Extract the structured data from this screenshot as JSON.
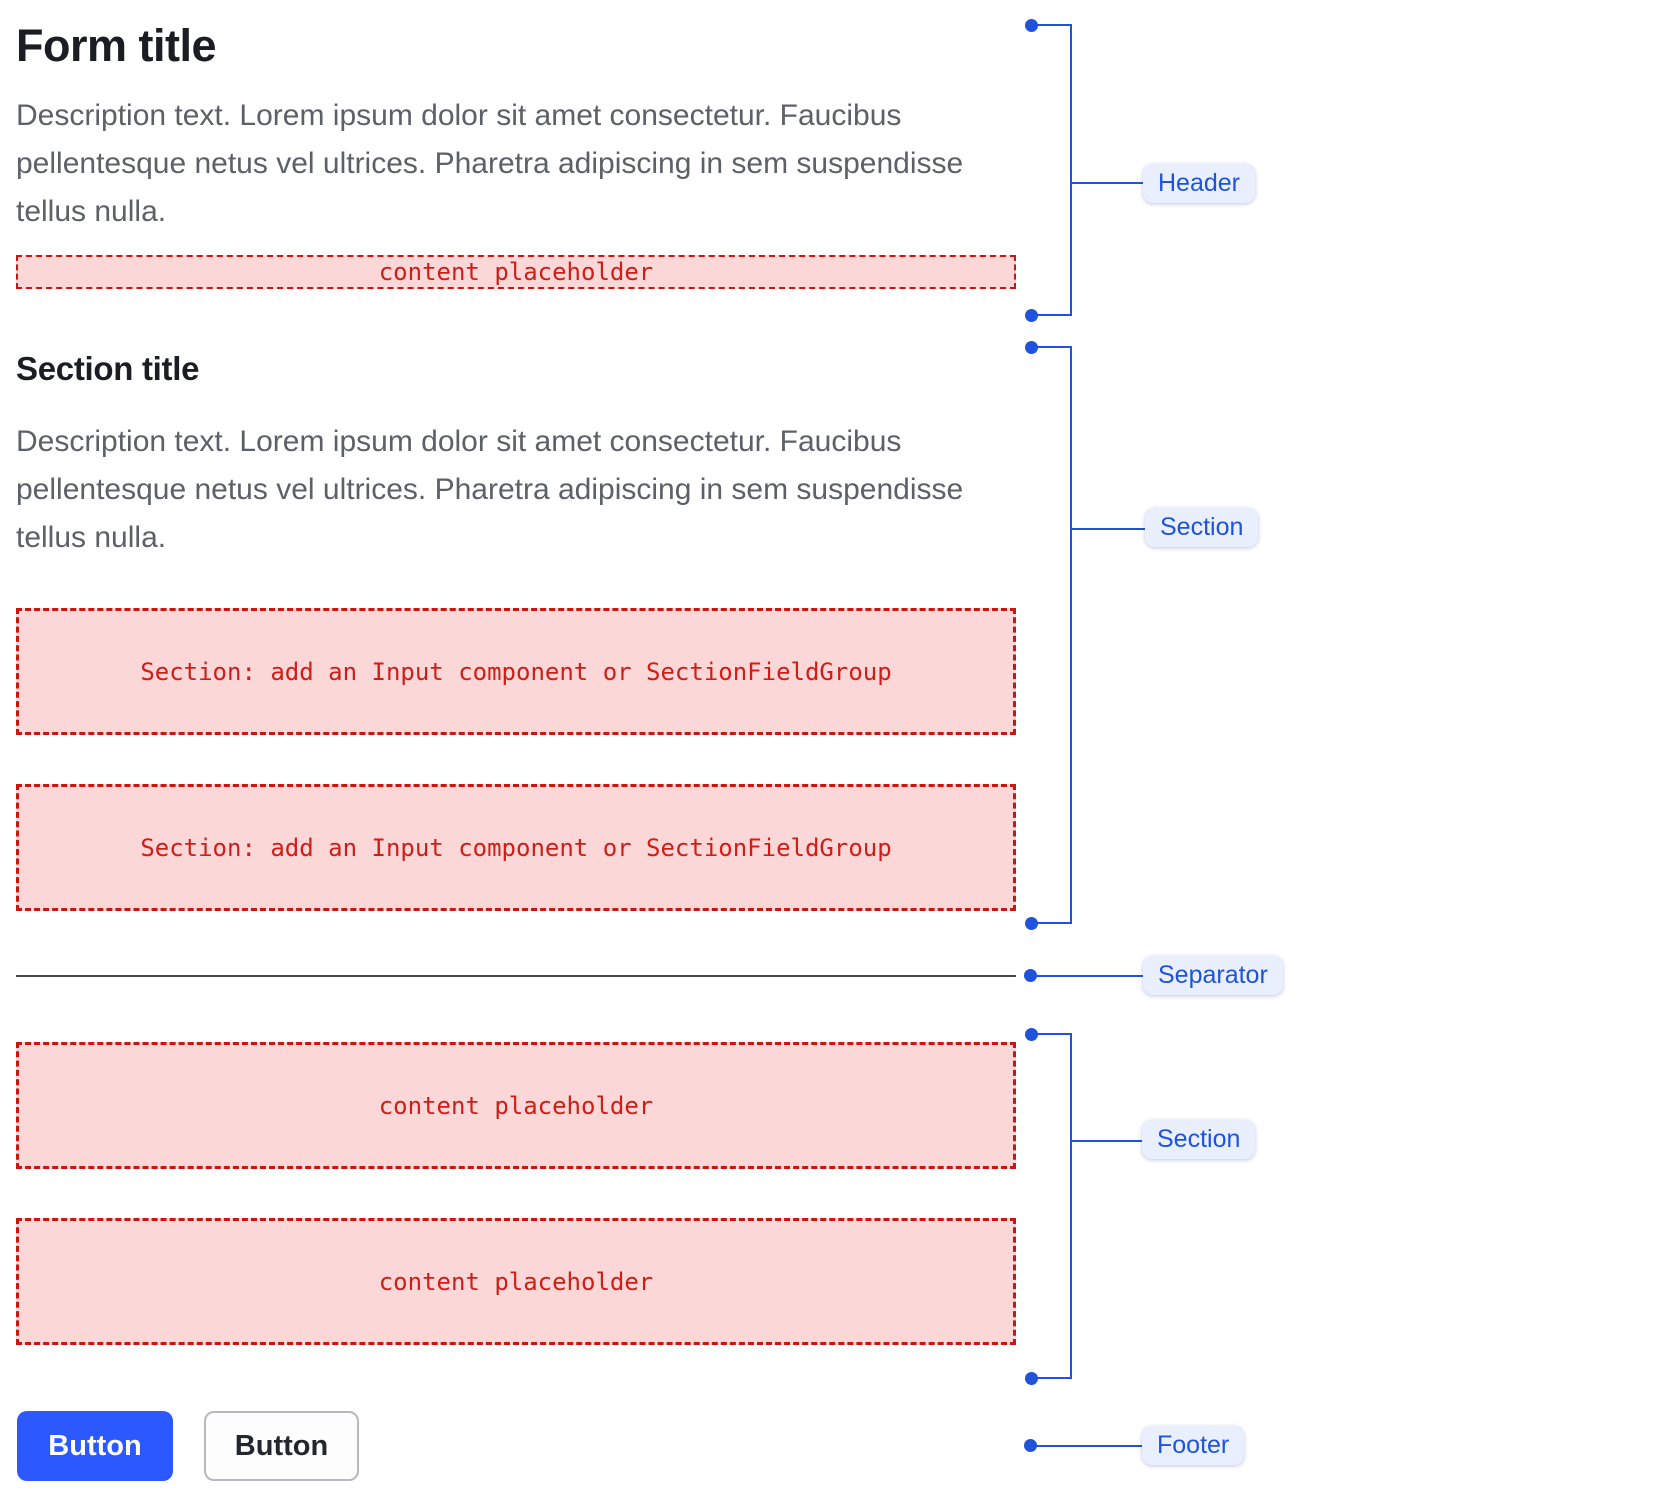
{
  "header": {
    "form_title": "Form title",
    "description": "Description text. Lorem ipsum dolor sit amet consectetur. Faucibus pellentesque netus vel ultrices. Pharetra adipiscing in sem suspendisse tellus nulla.",
    "content_placeholder": "content placeholder"
  },
  "section": {
    "title": "Section title",
    "description": "Description text. Lorem ipsum dolor sit amet consectetur. Faucibus pellentesque netus vel ultrices. Pharetra adipiscing in sem suspendisse tellus nulla.",
    "placeholders": [
      "Section: add an Input component or SectionFieldGroup",
      "Section: add an Input component or SectionFieldGroup"
    ]
  },
  "section2": {
    "placeholders": [
      "content placeholder",
      "content placeholder"
    ]
  },
  "footer": {
    "primary_button_label": "Button",
    "secondary_button_label": "Button"
  },
  "annotations": {
    "header_label": "Header",
    "section1_label": "Section",
    "separator_label": "Separator",
    "section2_label": "Section",
    "footer_label": "Footer"
  },
  "colors": {
    "accent_blue": "#2053db",
    "chip_bg": "#e9effc",
    "chip_text": "#1d53dd",
    "placeholder_bg": "#fcd7d7",
    "placeholder_border": "#cb1511",
    "placeholder_text": "#d01d17",
    "primary_button_bg": "#2b59ff",
    "separator_color": "#47474d"
  }
}
